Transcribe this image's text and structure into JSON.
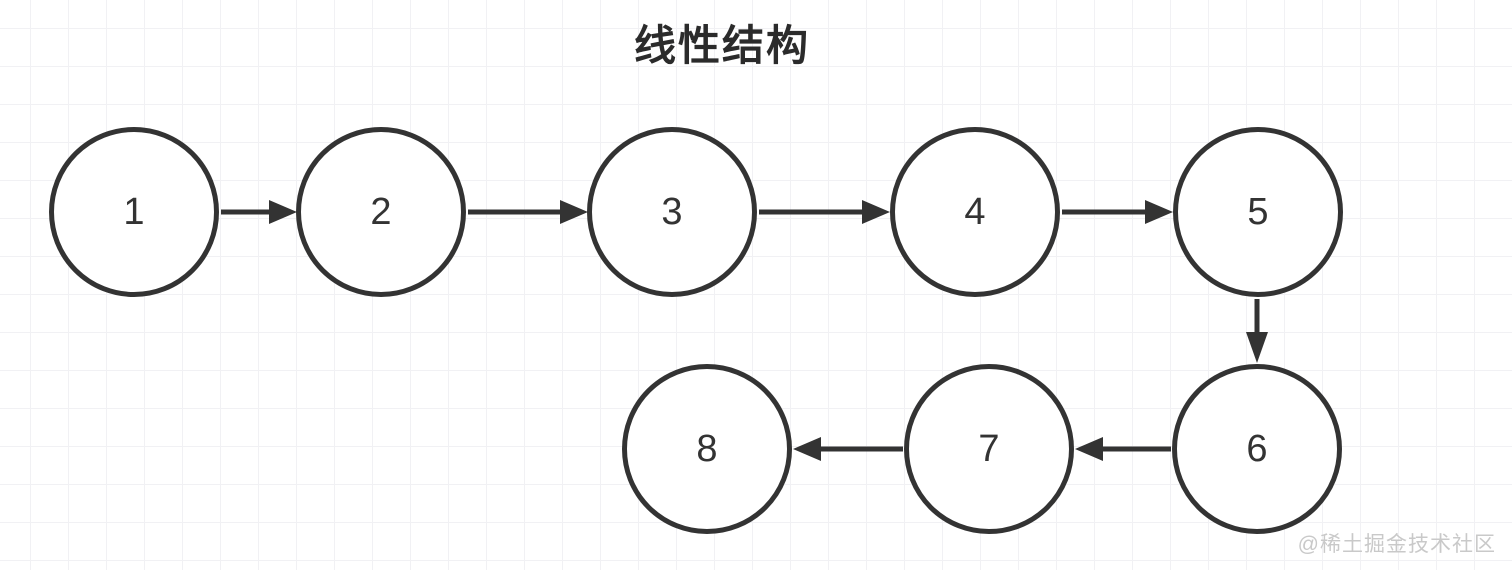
{
  "title": "线性结构",
  "watermark": "@稀土掘金技术社区",
  "diagram": {
    "type": "linked-list",
    "nodes": [
      {
        "id": 1,
        "label": "1"
      },
      {
        "id": 2,
        "label": "2"
      },
      {
        "id": 3,
        "label": "3"
      },
      {
        "id": 4,
        "label": "4"
      },
      {
        "id": 5,
        "label": "5"
      },
      {
        "id": 6,
        "label": "6"
      },
      {
        "id": 7,
        "label": "7"
      },
      {
        "id": 8,
        "label": "8"
      }
    ],
    "edges": [
      {
        "from": 1,
        "to": 2
      },
      {
        "from": 2,
        "to": 3
      },
      {
        "from": 3,
        "to": 4
      },
      {
        "from": 4,
        "to": 5
      },
      {
        "from": 5,
        "to": 6
      },
      {
        "from": 6,
        "to": 7
      },
      {
        "from": 7,
        "to": 8
      }
    ]
  },
  "colors": {
    "node_stroke": "#333333",
    "node_fill": "#ffffff",
    "arrow": "#333333",
    "grid_line": "#f1f1f4",
    "background": "#ffffff",
    "title_text": "#2b2b2b",
    "watermark_text": "#c9c9c9"
  }
}
